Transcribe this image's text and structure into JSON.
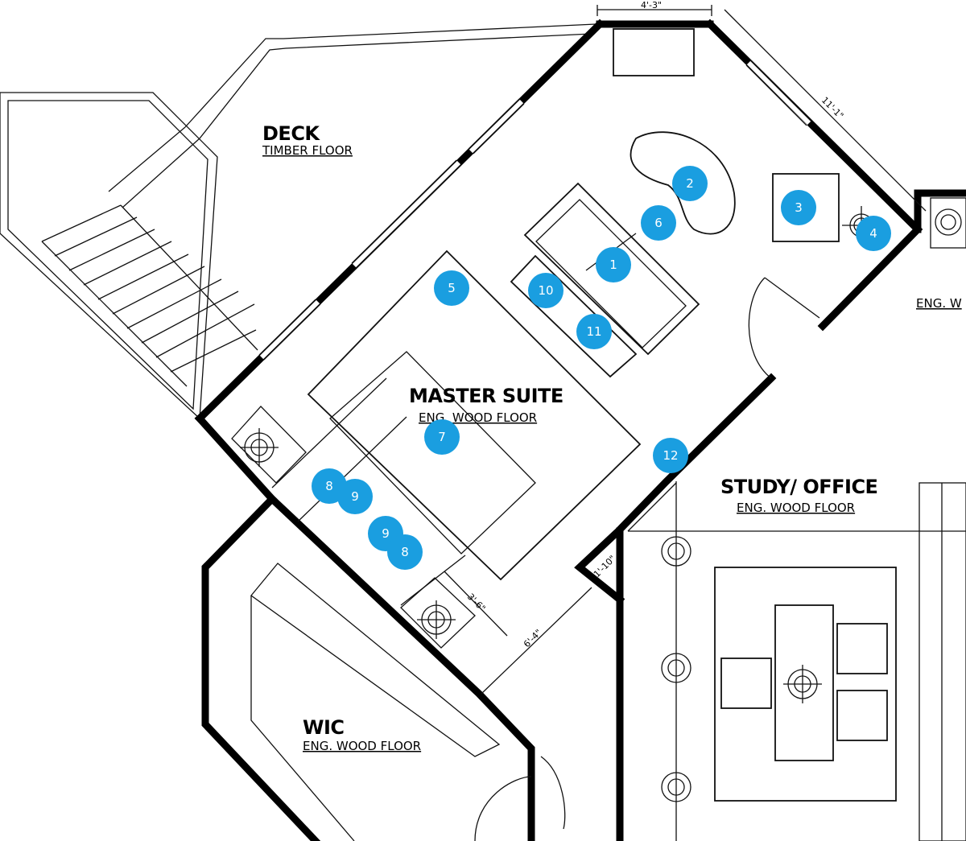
{
  "rooms": {
    "deck": {
      "name": "DECK",
      "floor": "TIMBER FLOOR"
    },
    "master": {
      "name": "MASTER SUITE",
      "floor": "ENG. WOOD FLOOR"
    },
    "study": {
      "name": "STUDY/ OFFICE",
      "floor": "ENG. WOOD FLOOR"
    },
    "wic": {
      "name": "WIC",
      "floor": "ENG. WOOD FLOOR"
    },
    "east": {
      "floor": "ENG. W"
    }
  },
  "dimensions": {
    "top_wall": "4'-3\"",
    "angled_wall": "11'-1\"",
    "closet_depth": "3'-6\"",
    "closet_width": "6'-4\"",
    "return_wall": "1'-10\""
  },
  "markers": [
    {
      "id": "marker-1",
      "label": "1"
    },
    {
      "id": "marker-2",
      "label": "2"
    },
    {
      "id": "marker-3",
      "label": "3"
    },
    {
      "id": "marker-4",
      "label": "4"
    },
    {
      "id": "marker-5",
      "label": "5"
    },
    {
      "id": "marker-6",
      "label": "6"
    },
    {
      "id": "marker-7",
      "label": "7"
    },
    {
      "id": "marker-8a",
      "label": "8"
    },
    {
      "id": "marker-9a",
      "label": "9"
    },
    {
      "id": "marker-9b",
      "label": "9"
    },
    {
      "id": "marker-8b",
      "label": "8"
    },
    {
      "id": "marker-10",
      "label": "10"
    },
    {
      "id": "marker-11",
      "label": "11"
    },
    {
      "id": "marker-12",
      "label": "12"
    }
  ],
  "colors": {
    "marker": "#1a9ee0",
    "wall": "#000000"
  }
}
